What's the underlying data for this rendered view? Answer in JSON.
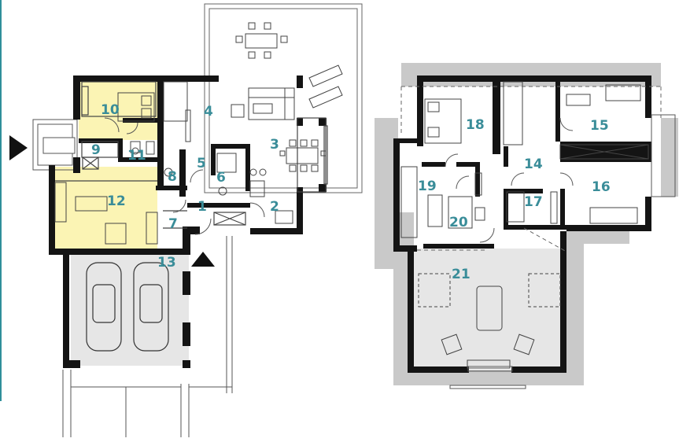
{
  "colors": {
    "wall": "#141414",
    "label": "#3a8d99",
    "highlight": "#fbf4b4",
    "garage_floor": "#e6e6e6",
    "roof_overhang": "#c9c9c9",
    "line": "#555555",
    "accent_edge": "#2f8f9a"
  },
  "icons": {
    "entrance_left": "triangle-right-icon",
    "entrance_garage": "triangle-up-icon"
  },
  "ground_floor": {
    "rooms": [
      "1",
      "2",
      "3",
      "4",
      "5",
      "6",
      "7",
      "8",
      "9",
      "10",
      "11",
      "12",
      "13"
    ]
  },
  "upper_floor": {
    "rooms": [
      "14",
      "15",
      "16",
      "17",
      "18",
      "19",
      "20",
      "21"
    ]
  }
}
